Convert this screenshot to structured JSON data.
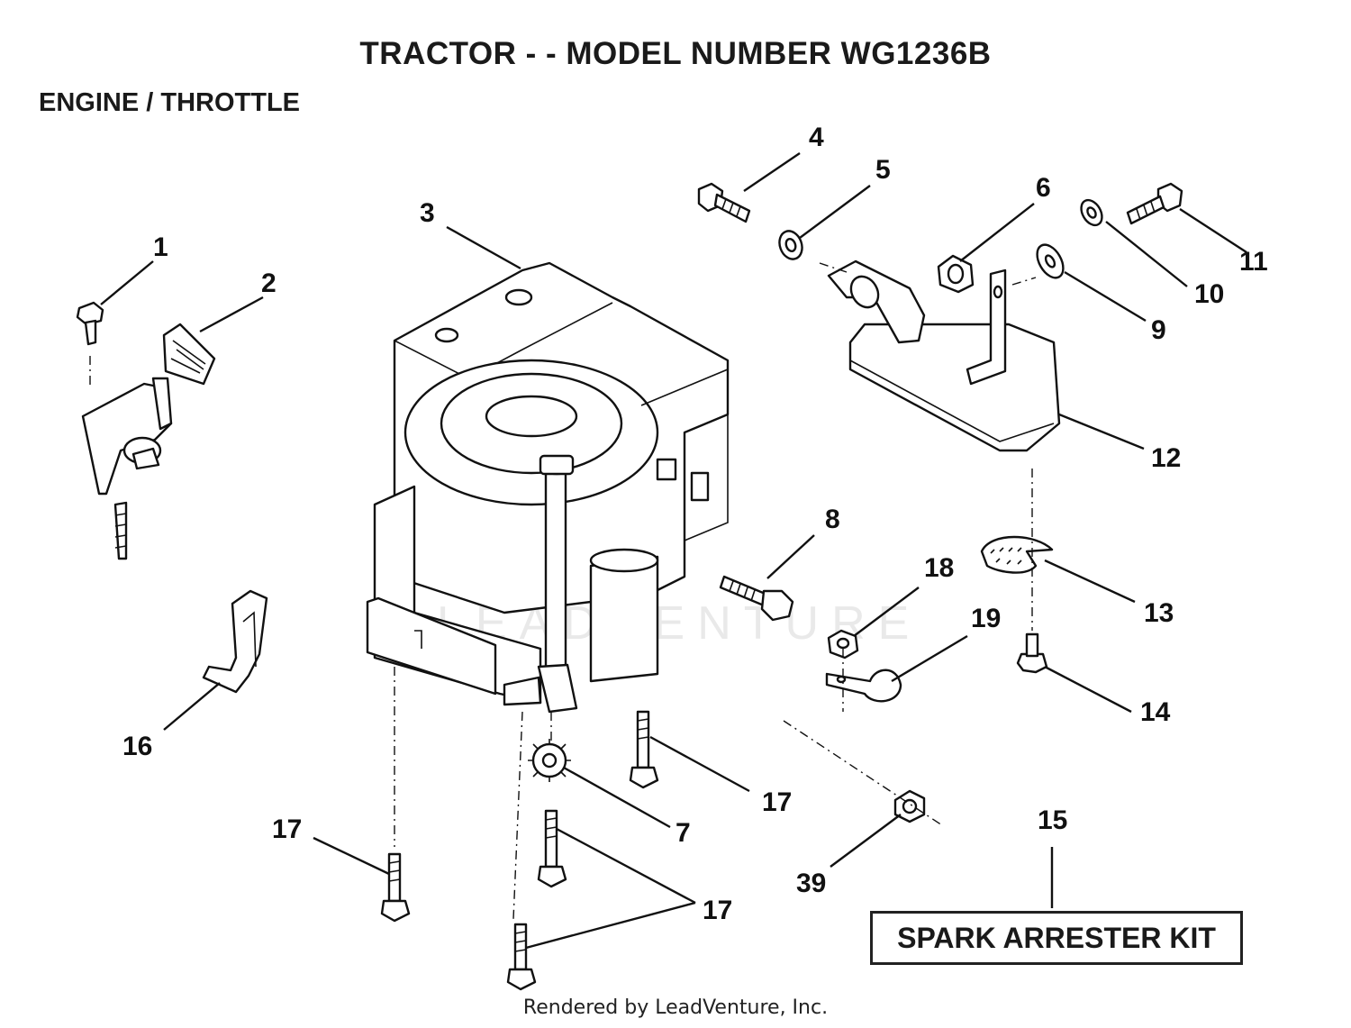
{
  "header": {
    "title": "TRACTOR - - MODEL NUMBER WG1236B",
    "subtitle": "ENGINE / THROTTLE"
  },
  "watermark": "LEADVENTURE",
  "footer": "Rendered by LeadVenture, Inc.",
  "kit_label": "SPARK ARRESTER KIT",
  "callouts": {
    "c1": "1",
    "c2": "2",
    "c3": "3",
    "c4": "4",
    "c5": "5",
    "c6": "6",
    "c7": "7",
    "c8": "8",
    "c9": "9",
    "c10": "10",
    "c11": "11",
    "c12": "12",
    "c13": "13",
    "c14": "14",
    "c15": "15",
    "c16": "16",
    "c17a": "17",
    "c17b": "17",
    "c17c": "17",
    "c18": "18",
    "c19": "19",
    "c39": "39"
  }
}
